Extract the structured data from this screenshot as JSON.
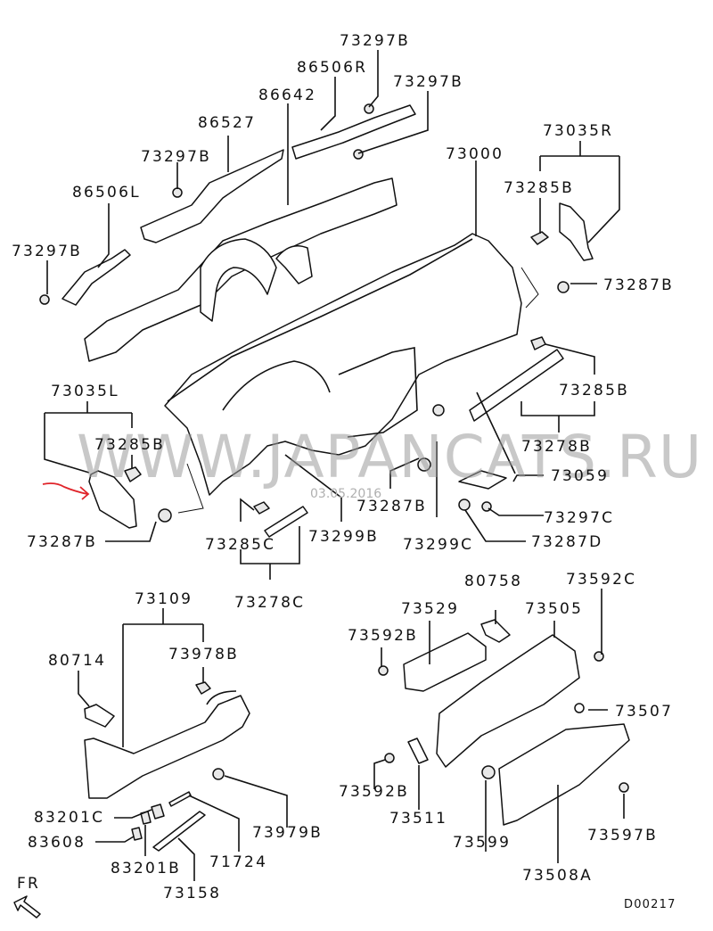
{
  "diagram": {
    "title": "Instrument panel parts diagram",
    "code": "D00217",
    "direction_marker": "FR",
    "watermark": "WWW.JAPANCATS.RU",
    "date_stamp": "03.05.2016",
    "annotation_arrow_color": "#e0242a",
    "parts": [
      {
        "id": "p1",
        "number": "73297B"
      },
      {
        "id": "p2",
        "number": "86506R"
      },
      {
        "id": "p3",
        "number": "73297B"
      },
      {
        "id": "p4",
        "number": "86642"
      },
      {
        "id": "p5",
        "number": "86527"
      },
      {
        "id": "p6",
        "number": "73297B"
      },
      {
        "id": "p7",
        "number": "86506L"
      },
      {
        "id": "p8",
        "number": "73297B"
      },
      {
        "id": "p9",
        "number": "73000"
      },
      {
        "id": "p10",
        "number": "73035R"
      },
      {
        "id": "p11",
        "number": "73285B"
      },
      {
        "id": "p12",
        "number": "73287B"
      },
      {
        "id": "p13",
        "number": "73035L"
      },
      {
        "id": "p14",
        "number": "73285B"
      },
      {
        "id": "p15",
        "number": "73285B"
      },
      {
        "id": "p16",
        "number": "73278B"
      },
      {
        "id": "p17",
        "number": "73059"
      },
      {
        "id": "p18",
        "number": "73287B"
      },
      {
        "id": "p19",
        "number": "73297C"
      },
      {
        "id": "p20",
        "number": "73287B"
      },
      {
        "id": "p21",
        "number": "73299B"
      },
      {
        "id": "p22",
        "number": "73299C"
      },
      {
        "id": "p23",
        "number": "73287D"
      },
      {
        "id": "p24",
        "number": "73285C"
      },
      {
        "id": "p25",
        "number": "73278C"
      },
      {
        "id": "p26",
        "number": "73109"
      },
      {
        "id": "p27",
        "number": "80714"
      },
      {
        "id": "p28",
        "number": "73978B"
      },
      {
        "id": "p29",
        "number": "73979B"
      },
      {
        "id": "p30",
        "number": "83201C"
      },
      {
        "id": "p31",
        "number": "83608"
      },
      {
        "id": "p32",
        "number": "83201B"
      },
      {
        "id": "p33",
        "number": "71724"
      },
      {
        "id": "p34",
        "number": "73158"
      },
      {
        "id": "p35",
        "number": "80758"
      },
      {
        "id": "p36",
        "number": "73592C"
      },
      {
        "id": "p37",
        "number": "73529"
      },
      {
        "id": "p38",
        "number": "73505"
      },
      {
        "id": "p39",
        "number": "73592B"
      },
      {
        "id": "p40",
        "number": "73507"
      },
      {
        "id": "p41",
        "number": "73592B"
      },
      {
        "id": "p42",
        "number": "73511"
      },
      {
        "id": "p43",
        "number": "73599"
      },
      {
        "id": "p44",
        "number": "73597B"
      },
      {
        "id": "p45",
        "number": "73508A"
      }
    ]
  }
}
